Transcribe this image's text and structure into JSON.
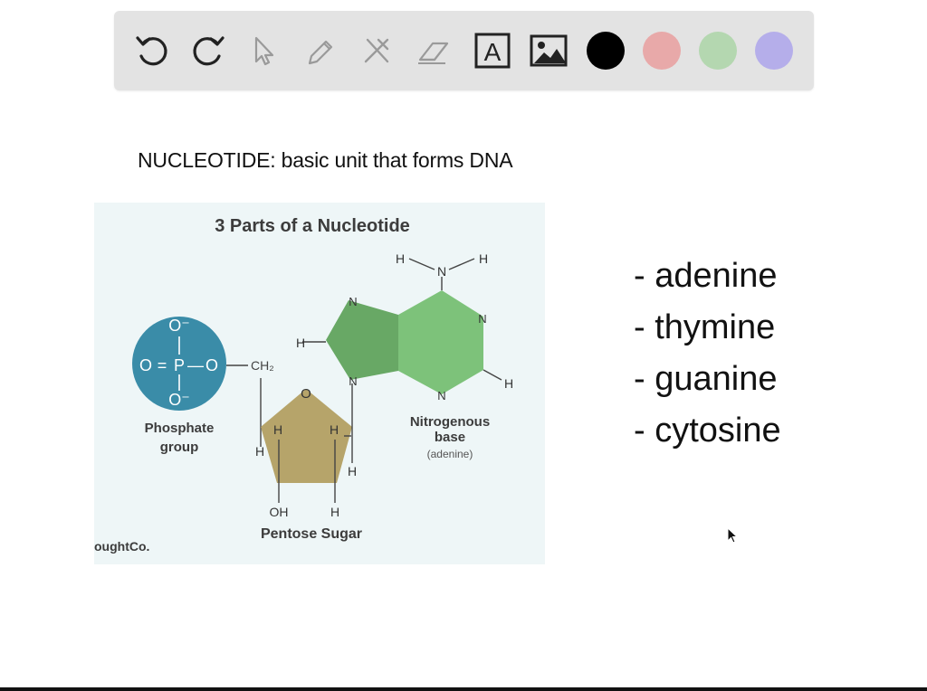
{
  "toolbar": {
    "tools": [
      "undo-icon",
      "redo-icon",
      "select-icon",
      "pen-icon",
      "tools-icon",
      "eraser-icon",
      "text-icon",
      "image-icon"
    ],
    "text_tool_glyph": "A",
    "colors": [
      "#000000",
      "#e8a9a9",
      "#b4d7b0",
      "#b5aeea"
    ]
  },
  "heading": "NUCLEOTIDE: basic unit that forms DNA",
  "figure": {
    "title": "3 Parts of a Nucleotide",
    "phosphate": {
      "atoms": {
        "o_top": "O⁻",
        "o_left": "O",
        "p": "P",
        "o_right": "O",
        "o_bottom": "O⁻",
        "bond_double": "=",
        "bond_single": "—"
      },
      "label_line1": "Phosphate",
      "label_line2": "group"
    },
    "ch2": "CH₂",
    "sugar": {
      "ring_o": "O",
      "h_left_inner": "H",
      "h_right_inner": "H",
      "h_left_outer": "H",
      "h_right_outer": "H",
      "oh": "OH",
      "h_bottom": "H",
      "label": "Pentose Sugar"
    },
    "base": {
      "amine_h_left": "H",
      "amine_n": "N",
      "amine_h_right": "H",
      "n1": "N",
      "n_right": "N",
      "h_left": "H",
      "n_bond": "N",
      "n_bottom": "N",
      "h_right": "H",
      "label_line1": "Nitrogenous",
      "label_line2": "base",
      "sublabel": "(adenine)"
    },
    "watermark": "oughtCo."
  },
  "list": [
    "- adenine",
    "- thymine",
    "- guanine",
    "- cytosine"
  ]
}
